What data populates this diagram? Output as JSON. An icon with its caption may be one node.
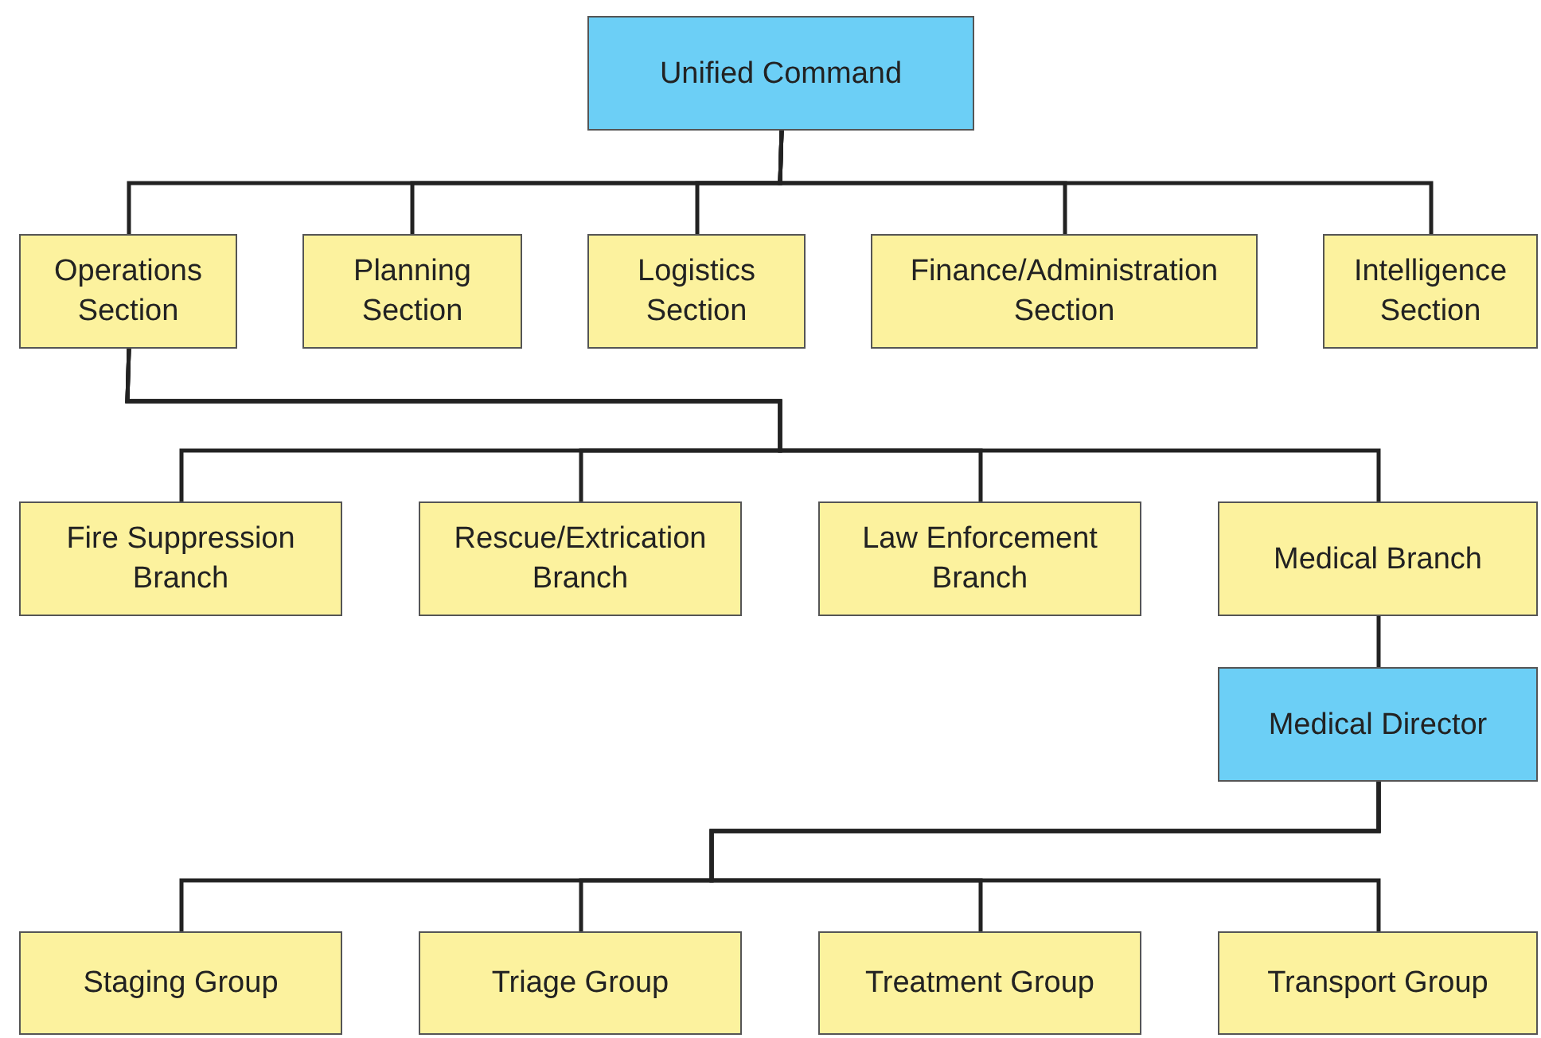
{
  "diagram": {
    "nodes": [
      {
        "text": [
          "Unified Command"
        ]
      },
      {
        "text": [
          "Operations Section"
        ]
      },
      {
        "text": [
          "Planning Section"
        ]
      },
      {
        "text": [
          "Logistics Section"
        ]
      },
      {
        "text": [
          "Finance/Administration Section"
        ]
      },
      {
        "text": [
          "Intelligence Section"
        ]
      },
      {
        "text": [
          "Fire Suppression Branch"
        ]
      },
      {
        "text": [
          "Rescue/Extrication Branch"
        ]
      },
      {
        "text": [
          "Law Enforcement Branch"
        ]
      },
      {
        "text": [
          "Medical Branch"
        ]
      },
      {
        "text": [
          "Medical Director"
        ]
      },
      {
        "text": [
          "Staging Group"
        ]
      },
      {
        "text": [
          "Triage Group"
        ]
      },
      {
        "text": [
          "Treatment Group"
        ]
      },
      {
        "text": [
          "Transport Group"
        ]
      }
    ],
    "edges": [
      {
        "from": 0,
        "to": 1,
        "arrow": "none"
      },
      {
        "from": 0,
        "to": 2,
        "arrow": "none"
      },
      {
        "from": 0,
        "to": 3,
        "arrow": "none"
      },
      {
        "from": 0,
        "to": 4,
        "arrow": "none"
      },
      {
        "from": 0,
        "to": 5,
        "arrow": "none"
      },
      {
        "from": 1,
        "to": 6,
        "arrow": "none"
      },
      {
        "from": 1,
        "to": 7,
        "arrow": "none"
      },
      {
        "from": 1,
        "to": 8,
        "arrow": "none"
      },
      {
        "from": 1,
        "to": 9,
        "arrow": "none"
      },
      {
        "from": 9,
        "to": 10,
        "arrow": "none"
      },
      {
        "from": 10,
        "to": 11,
        "arrow": "none"
      },
      {
        "from": 10,
        "to": 12,
        "arrow": "none"
      },
      {
        "from": 10,
        "to": 13,
        "arrow": "none"
      },
      {
        "from": 10,
        "to": 14,
        "arrow": "none"
      }
    ]
  }
}
